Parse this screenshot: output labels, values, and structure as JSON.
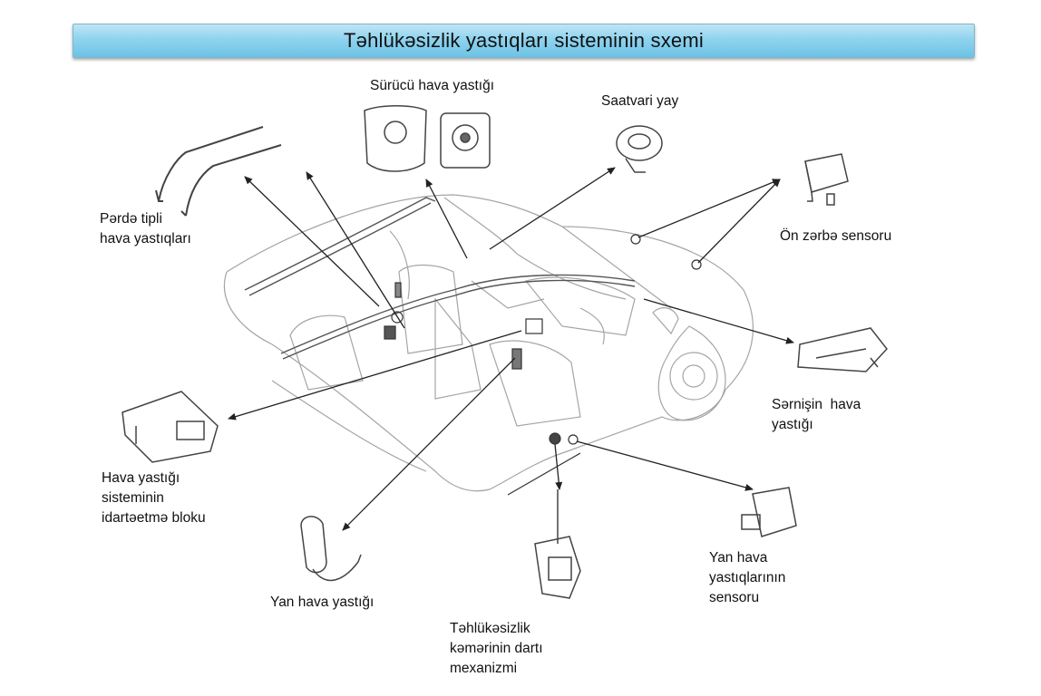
{
  "title": "Təhlükəsizlik yastıqları sisteminin sxemi",
  "labels": {
    "driver_airbag": [
      "Sürücü hava yastığı"
    ],
    "clock_spring": [
      "Saatvari yay"
    ],
    "curtain_airbags": [
      "Pərdə tipli",
      "hava yastıqları"
    ],
    "front_sensor": [
      "Ön zərbə sensoru"
    ],
    "passenger_airbag": [
      "Sərnişin  hava",
      "yastığı"
    ],
    "control_unit": [
      "Hava yastığı",
      "sisteminin",
      "idartəetmə bloku"
    ],
    "side_airbag": [
      "Yan hava yastığı"
    ],
    "side_sensor": [
      "Yan hava",
      "yastıqlarının",
      "sensoru"
    ],
    "seatbelt": [
      "Təhlükəsizlik",
      "kəmərinin dartı",
      "mexanizmi"
    ]
  },
  "colors": {
    "title_bg": "#8fd3ee",
    "line": "#222222",
    "car_line": "#9a9a9a"
  }
}
